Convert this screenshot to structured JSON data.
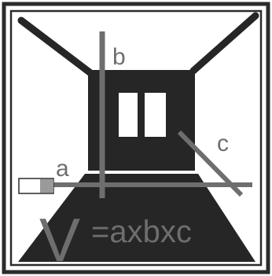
{
  "labels": {
    "a": "a",
    "b": "b",
    "c": "c",
    "V": "V",
    "formula": "=axbxc"
  },
  "colors": {
    "frame": "#2b2b2b",
    "background": "#ffffff",
    "room": "#262626",
    "axis": "#6e6e6e",
    "marker": "#9a9a9a",
    "window": "#ffffff"
  },
  "icons": {
    "room": "room-icon",
    "window": "window-icon",
    "marker": "measure-marker-icon"
  }
}
